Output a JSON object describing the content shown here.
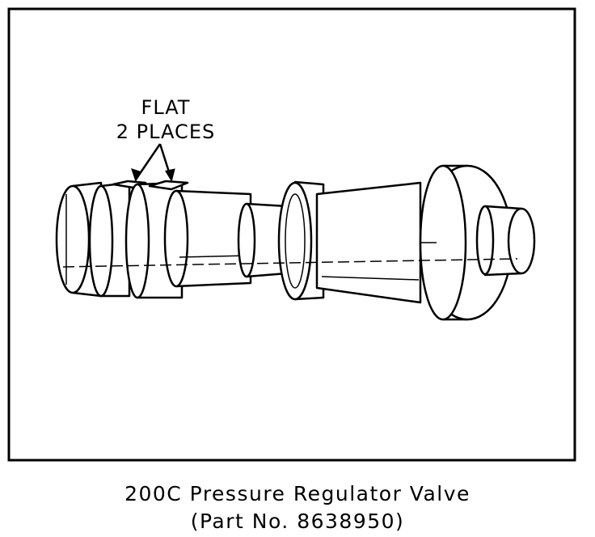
{
  "diagram": {
    "callout": {
      "line1": "FLAT",
      "line2": "2 PLACES"
    }
  },
  "caption": {
    "line1": "200C Pressure Regulator Valve",
    "line2": "(Part No. 8638950)"
  }
}
